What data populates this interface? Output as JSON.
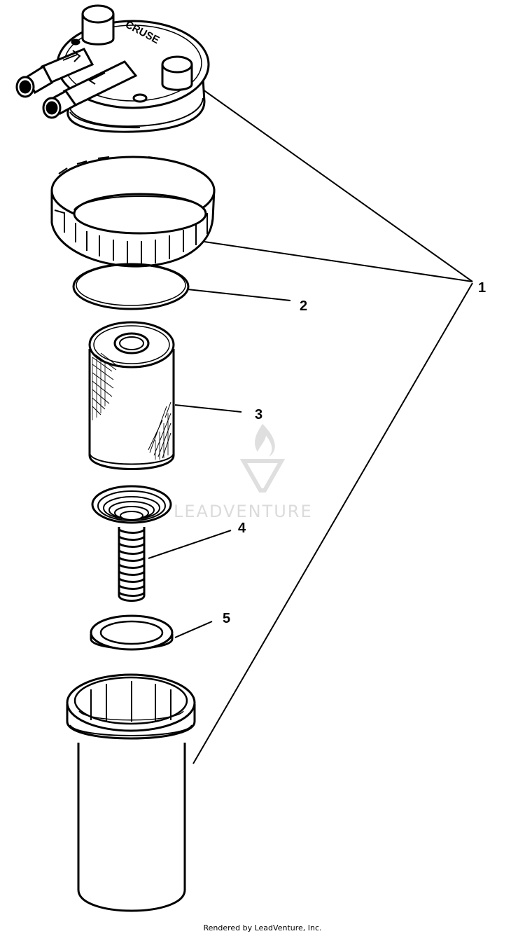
{
  "callouts": {
    "c1": "1",
    "c2": "2",
    "c3": "3",
    "c4": "4",
    "c5": "5"
  },
  "cap_brand": "CRUSE",
  "watermark": "LEADVENTURE",
  "footer": "Rendered by LeadVenture, Inc.",
  "colors": {
    "ink": "#000000",
    "watermark": "#d8d8d8",
    "background": "#ffffff"
  }
}
